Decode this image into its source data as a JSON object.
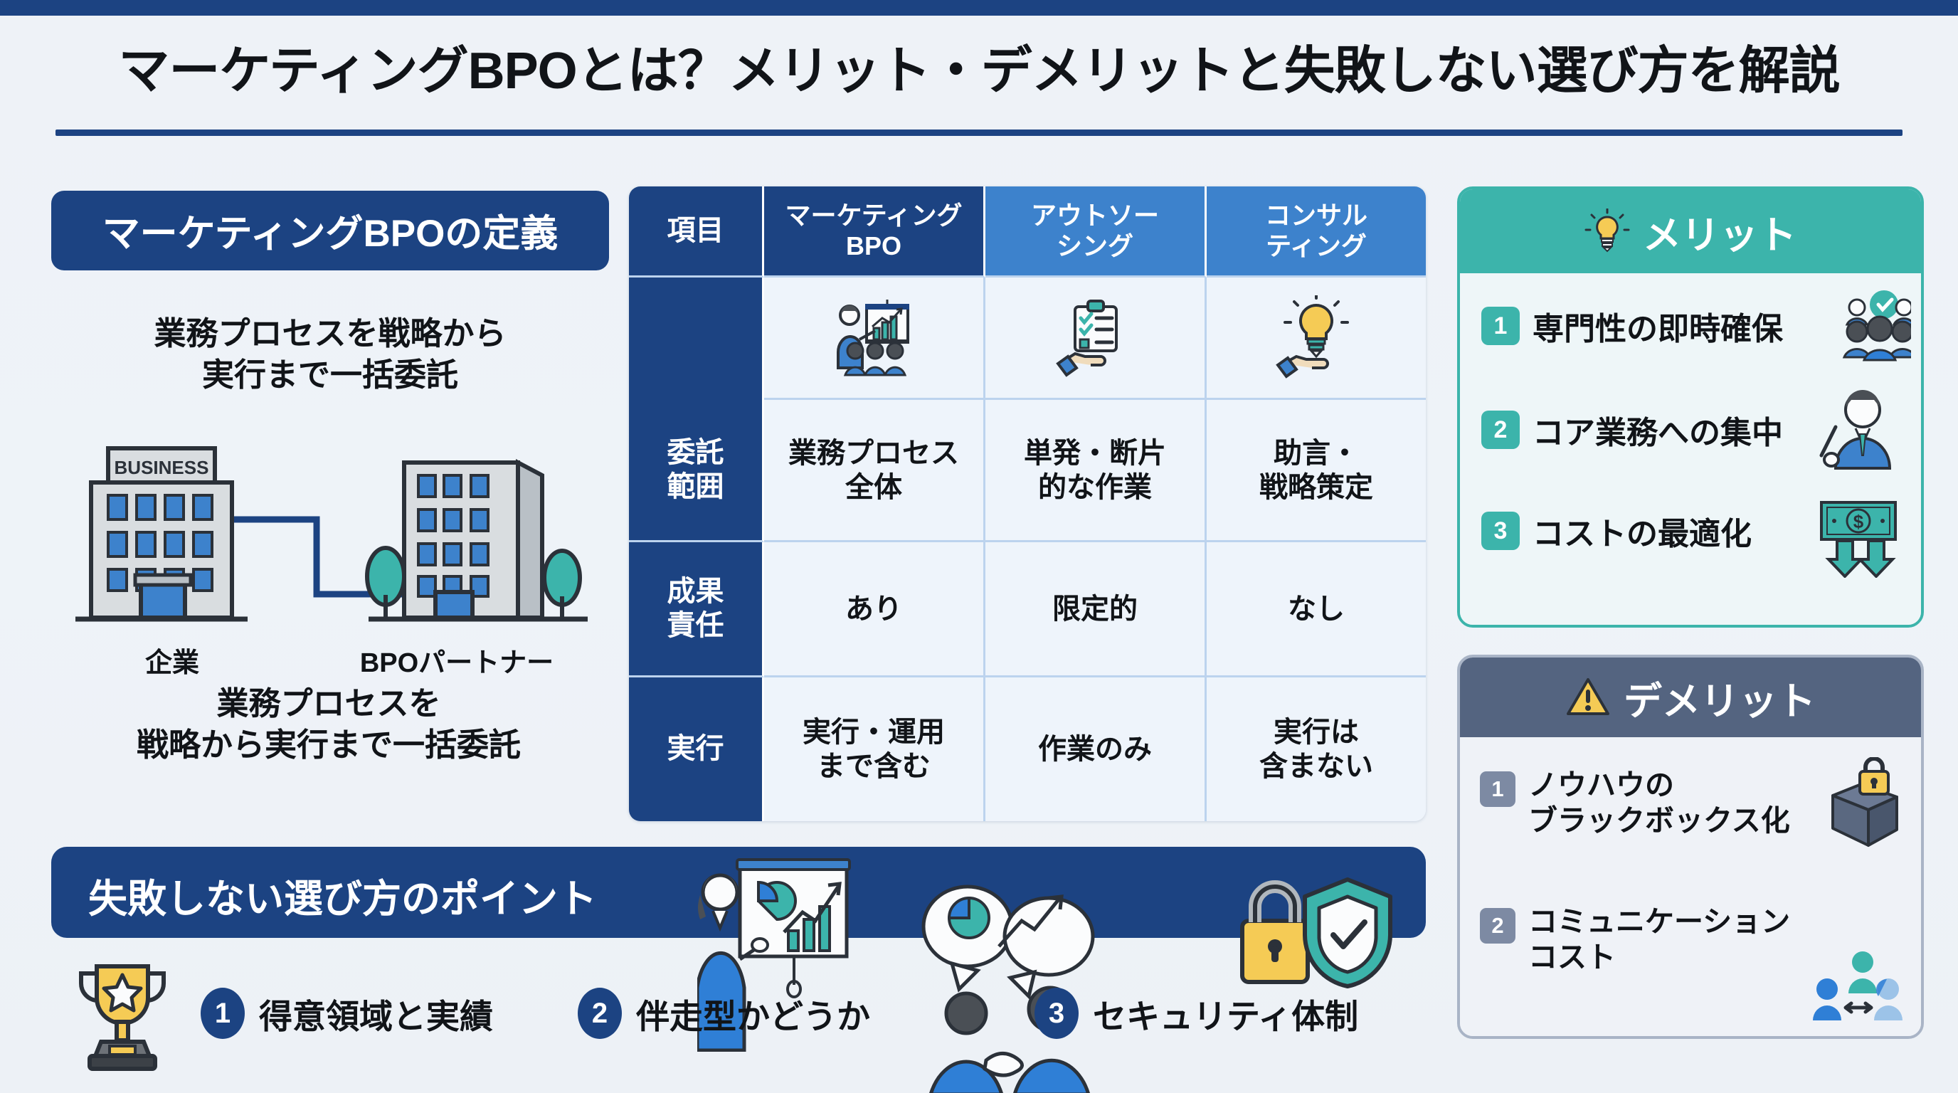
{
  "title": "マーケティングBPOとは？メリット・デメリットと失敗しない選び方を解説",
  "colors": {
    "navy": "#1c4382",
    "light_blue": "#3d82cc",
    "teal": "#3cb4ab",
    "slate": "#546480",
    "background": "#eef2f7",
    "gold": "#f4c košice"
  },
  "definition": {
    "header": "マーケティングBPOの定義",
    "subtitle": "業務プロセスを戦略から\n実行まで一括委託",
    "subtitle_line1": "業務プロセスを戦略から",
    "subtitle_line2": "実行まで一括委託",
    "building_sign": "BUSINESS",
    "label_left": "企業",
    "label_right": "BPOパートナー",
    "caption_line1": "業務プロセスを",
    "caption_line2": "戦略から実行まで一括委託"
  },
  "table": {
    "columns": [
      "項目",
      "マーケティングBPO",
      "アウトソーシング",
      "コンサルティング"
    ],
    "column_header_lines": [
      [
        "項目"
      ],
      [
        "マーケティング",
        "BPO"
      ],
      [
        "アウトソー",
        "シング"
      ],
      [
        "コンサル",
        "ティング"
      ]
    ],
    "icons_row": {
      "label": "",
      "cells": [
        "presentation-person-chart-icon",
        "hand-checklist-icon",
        "hand-lightbulb-icon"
      ]
    },
    "rows": [
      {
        "label": "委託\n範囲",
        "label_line1": "委託",
        "label_line2": "範囲",
        "cells": [
          {
            "line1": "業務プロセス",
            "line2": "全体"
          },
          {
            "line1": "単発・断片",
            "line2": "的な作業"
          },
          {
            "line1": "助言・",
            "line2": "戦略策定"
          }
        ]
      },
      {
        "label": "成果\n責任",
        "label_line1": "成果",
        "label_line2": "責任",
        "cells": [
          {
            "line1": "あり",
            "line2": ""
          },
          {
            "line1": "限定的",
            "line2": ""
          },
          {
            "line1": "なし",
            "line2": ""
          }
        ]
      },
      {
        "label": "実行",
        "label_line1": "実行",
        "label_line2": "",
        "cells": [
          {
            "line1": "実行・運用",
            "line2": "まで含む"
          },
          {
            "line1": "作業のみ",
            "line2": ""
          },
          {
            "line1": "実行は",
            "line2": "含まない"
          }
        ]
      }
    ]
  },
  "merit": {
    "header": "メリット",
    "header_icon": "lightbulb-icon",
    "items": [
      {
        "num": "1",
        "text": "専門性の即時確保",
        "icon": "team-check-icon"
      },
      {
        "num": "2",
        "text": "コア業務への集中",
        "icon": "businessman-pointer-icon"
      },
      {
        "num": "3",
        "text": "コストの最適化",
        "icon": "money-down-arrows-icon"
      }
    ]
  },
  "demerit": {
    "header": "デメリット",
    "header_icon": "warning-triangle-icon",
    "items": [
      {
        "num": "1",
        "line1": "ノウハウの",
        "line2": "ブラックボックス化",
        "icon": "locked-box-icon"
      },
      {
        "num": "2",
        "line1": "コミュニケーション",
        "line2": "コスト",
        "icon": "people-exchange-icon"
      }
    ]
  },
  "points": {
    "header": "失敗しない選び方のポイント",
    "items": [
      {
        "num": "1",
        "text": "得意領域と実績",
        "icon": "trophy-icon"
      },
      {
        "num": "2",
        "text": "伴走型かどうか",
        "icon": "handshake-icon"
      },
      {
        "num": "3",
        "text": "セキュリティ体制",
        "icon": "lock-shield-icon"
      }
    ]
  }
}
